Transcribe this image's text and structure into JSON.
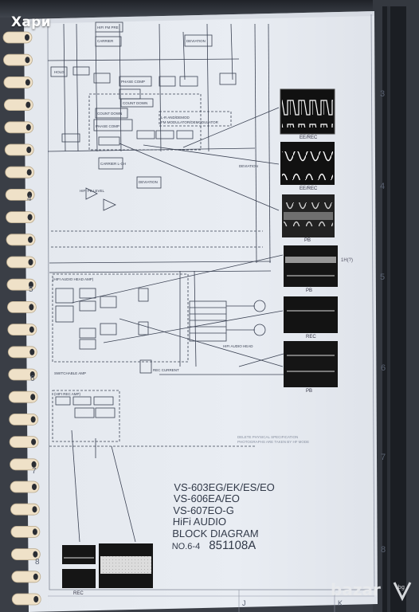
{
  "overlay": {
    "title": "Хари"
  },
  "title_block": {
    "models": [
      "VS-603EG/EK/ES/EO",
      "VS-606EA/EO",
      "VS-607EO-G"
    ],
    "line1": "HiFi AUDIO",
    "line2": "BLOCK DIAGRAM",
    "doc_no": "NO.6-4",
    "code": "851108A"
  },
  "row_numbers": [
    "3",
    "4",
    "5",
    "6",
    "7",
    "8"
  ],
  "left_row_numbers": [
    "4",
    "5",
    "6",
    "7",
    "8"
  ],
  "col_letters": [
    "J",
    "K"
  ],
  "blocks": {
    "if_preamp": "HIFI FM PRE AMP",
    "carrier_l": "CARRIER L-CH",
    "deviation": "DEVIATION L-CH",
    "phase_comp": "PHASE COMP",
    "count_down": "COUNT DOWN",
    "demod": "L-R AND/DEMOD FM MODULATOR / DEMODULATOR",
    "phase_comp2": "PHASE COMP",
    "carrier_r": "CARRIER (L-R)",
    "deviation_r": "DEVIATION L-CH",
    "pb_level": "HIFI PB LEVEL",
    "head_amp": "HIFI AUDIO HEAD AMP",
    "hifi_audio_head": "HIFI AUDIO HEAD",
    "rec_amp": "(HIFI REC AMP)",
    "switchable_amp": "SWITCHABLE AMP",
    "rec_current": "REC CURRENT"
  },
  "scope_labels": [
    "EE/REC",
    "EE/REC",
    "PB",
    "PB",
    "REC",
    "PB",
    "REC"
  ],
  "logo": {
    "text": "bazar",
    "suffix": ".bg",
    "color": "#e9ebee"
  },
  "colors": {
    "paper": "#e7ebf2",
    "ink": "#2b3140",
    "binding_ring": "#efe1c8",
    "desk": "#3b3f47"
  }
}
